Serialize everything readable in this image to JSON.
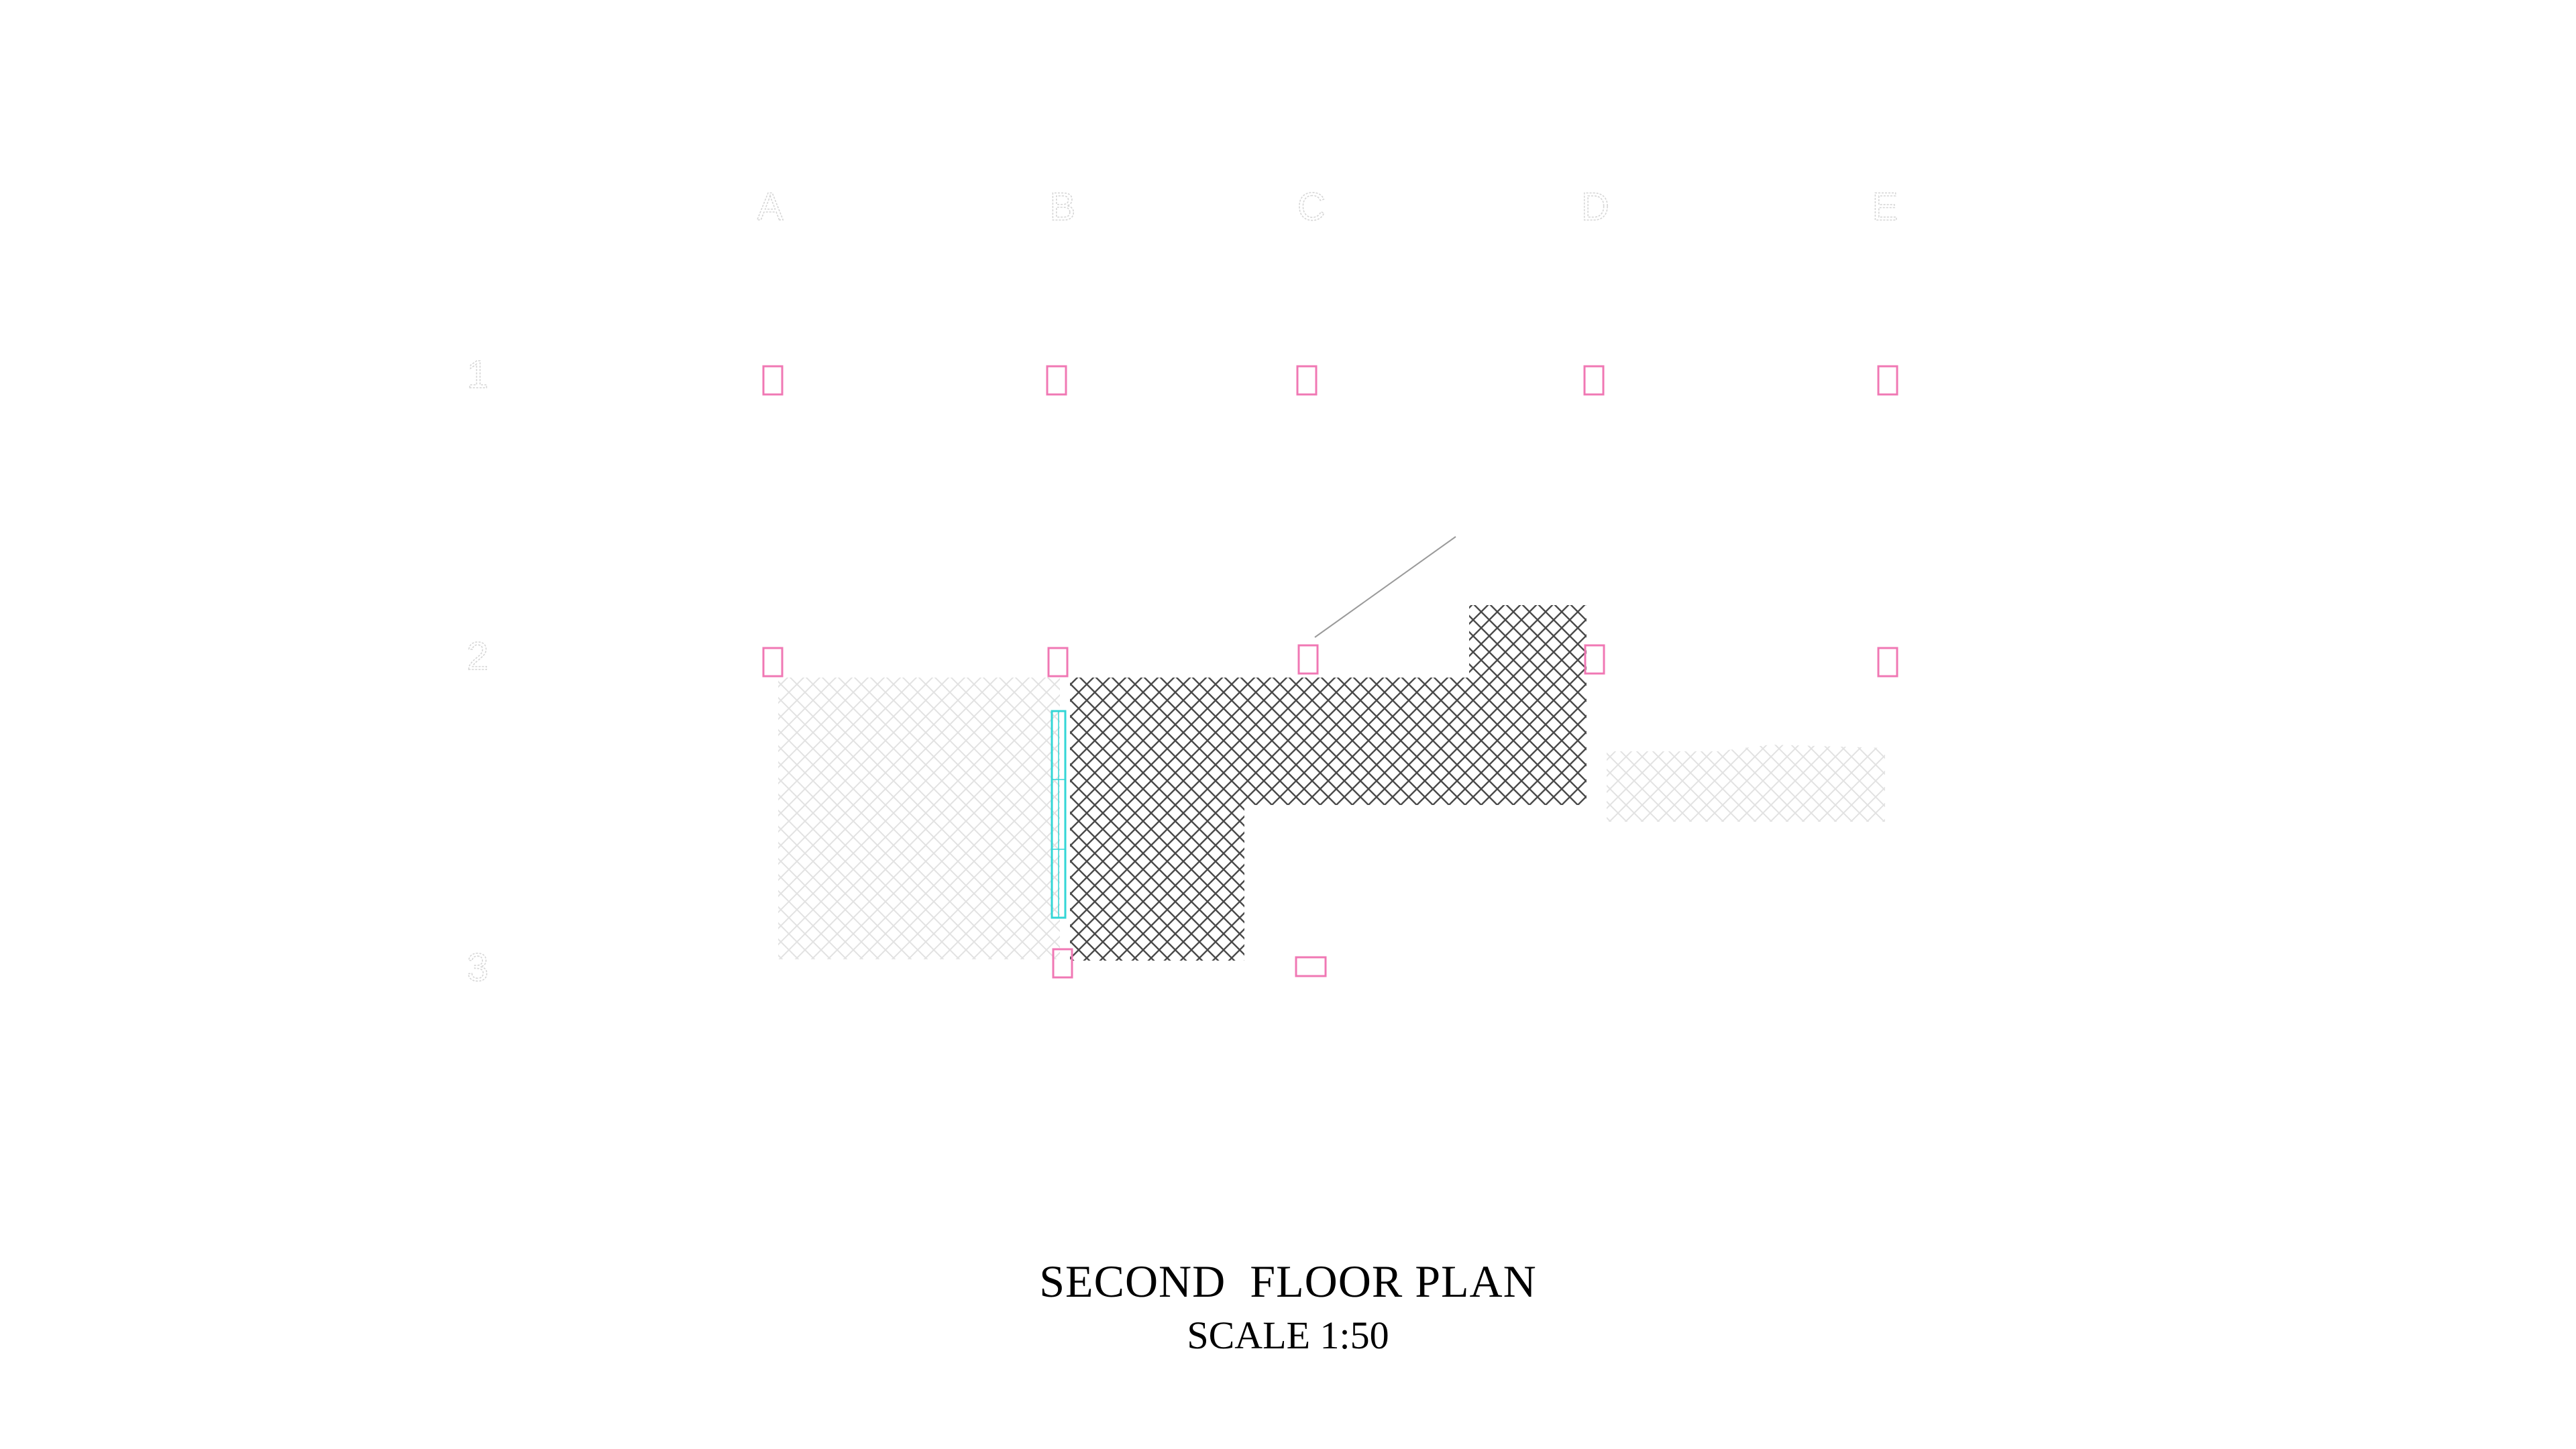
{
  "drawing": {
    "title": "SECOND  FLOOR PLAN",
    "scale": "SCALE 1:50",
    "grid_columns": [
      "A",
      "B",
      "C",
      "D",
      "E"
    ],
    "grid_rows": [
      "1",
      "2",
      "3"
    ],
    "colors": {
      "background": "#ffffff",
      "column_marker": "#f078b4",
      "hatch": "#4a4a4a",
      "hatch_faint": "#e2e2e2",
      "window": "#33d6d6",
      "grid_text": "#d6d6d6",
      "title_text": "#000000"
    }
  }
}
